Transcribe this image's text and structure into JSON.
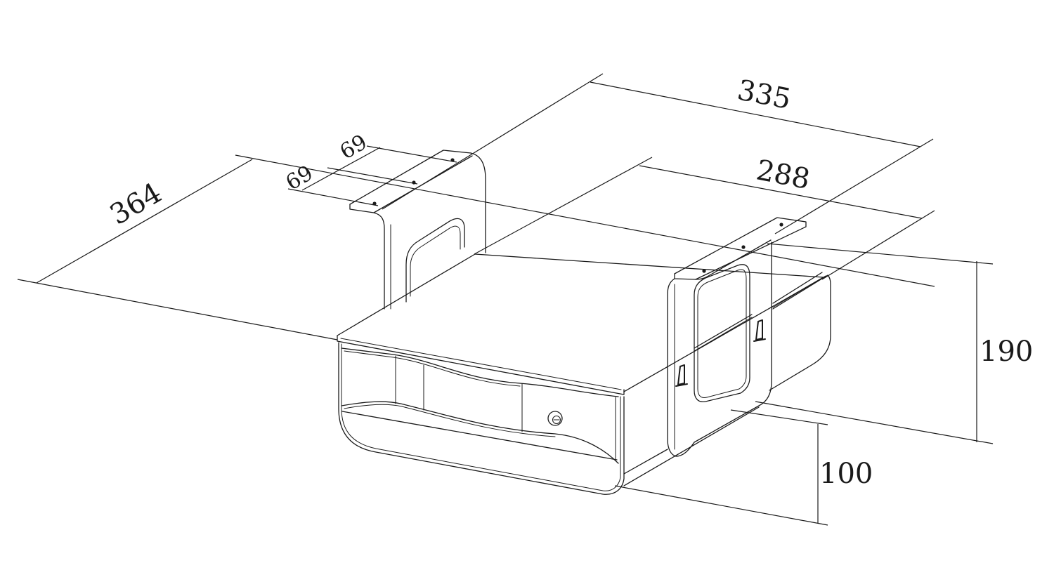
{
  "colors": {
    "ink": "#1a1a1a",
    "background": "#ffffff"
  },
  "dimensions": {
    "overall_width": "335",
    "inner_width": "288",
    "depth": "364",
    "bracket_hole_spacing_a": "69",
    "bracket_hole_spacing_b": "69",
    "overall_height": "190",
    "drawer_height": "100"
  }
}
